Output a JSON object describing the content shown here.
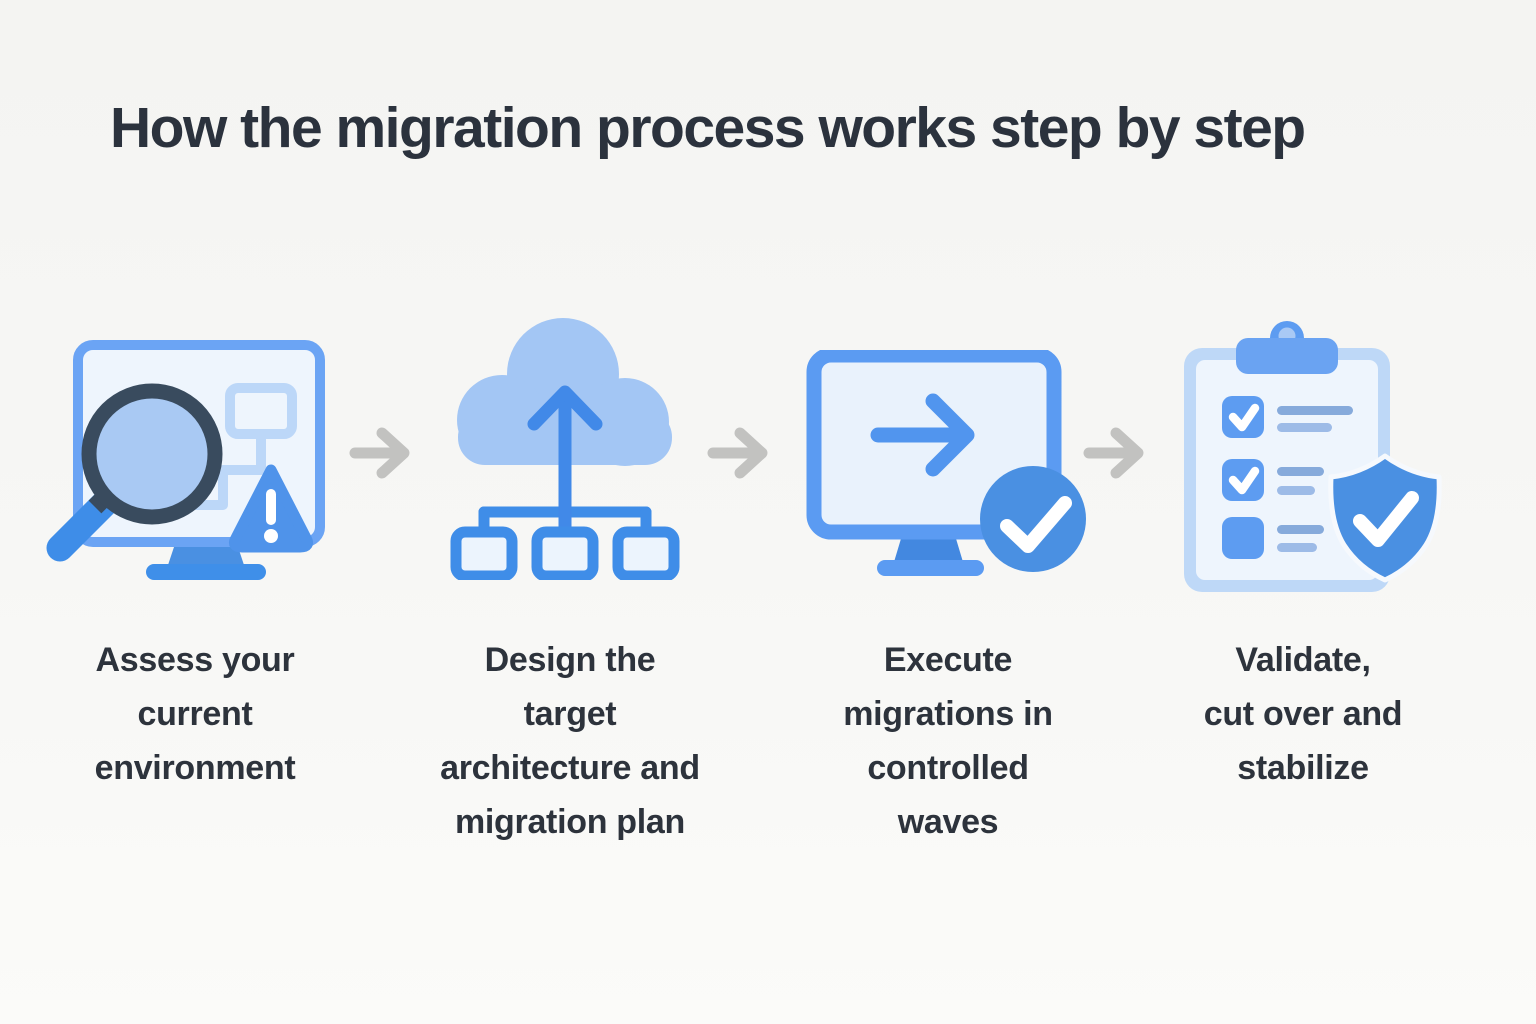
{
  "title": "How the migration process works step by step",
  "colors": {
    "background": "#f6f6f4",
    "heading_text": "#2b323d",
    "label_text": "#2d333c",
    "primary_blue": "#4a90e2",
    "medium_blue": "#5b9bf2",
    "light_blue": "#a3c6f4",
    "pale_blue_fill": "#eef5fd",
    "pale_outline": "#bcd7f8",
    "dark_slate": "#394b5e",
    "line_slate_blue": "#86aadb",
    "connector_gray": "#c2c2c0",
    "check_white": "#ffffff"
  },
  "steps": [
    {
      "id": 1,
      "icon": "monitor-magnifier-warning-icon",
      "label": "Assess your\ncurrent\nenvironment"
    },
    {
      "id": 2,
      "icon": "cloud-upload-architecture-icon",
      "label": "Design the\ntarget\narchitecture and\nmigration plan"
    },
    {
      "id": 3,
      "icon": "monitor-arrow-check-icon",
      "label": "Execute\nmigrations in\ncontrolled\nwaves"
    },
    {
      "id": 4,
      "icon": "clipboard-checklist-shield-icon",
      "label": "Validate,\ncut over and\nstabilize"
    }
  ],
  "connectors": [
    {
      "icon": "right-arrow-icon"
    },
    {
      "icon": "right-arrow-icon"
    },
    {
      "icon": "right-arrow-icon"
    }
  ]
}
